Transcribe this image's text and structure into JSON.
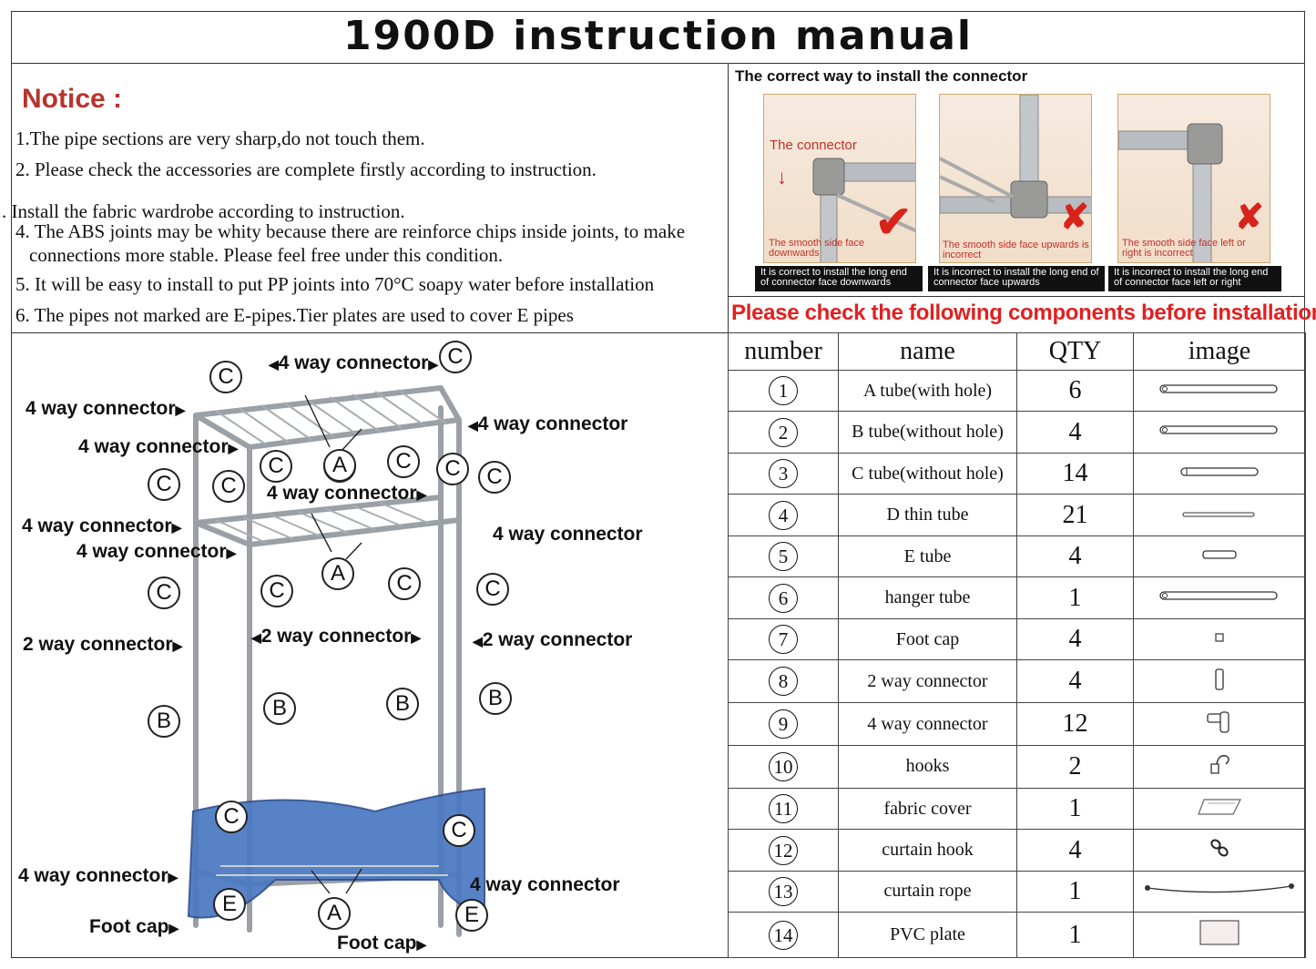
{
  "title": "1900D instruction manual",
  "notice": {
    "heading": "Notice :",
    "lines": [
      "1.The pipe sections are very sharp,do not touch them.",
      "2. Please check the accessories are complete firstly according to instruction.",
      ". Install the fabric wardrobe according to instruction.",
      "4. The ABS joints may be whity because there are reinforce chips inside joints, to make",
      "connections more stable. Please feel free under this condition.",
      "5. It will be easy to install to put PP joints into 70°C soapy water before installation",
      "6. The pipes not marked are E-pipes.Tier plates are used to cover E pipes"
    ]
  },
  "connector_section": {
    "heading": "The correct way to install the connector",
    "photos": [
      {
        "overlay_top": "The connector",
        "overlay_bottom": "The smooth side face downwards",
        "caption": "It is correct to install the long end of connector face downwards",
        "mark": "check-icon"
      },
      {
        "overlay_top": "",
        "overlay_bottom": "The smooth side face upwards is incorrect",
        "caption": "It is incorrect to install the long end of connector face upwards",
        "mark": "cross-icon"
      },
      {
        "overlay_top": "",
        "overlay_bottom": "The smooth side face left or right is incorrect",
        "caption": "It is incorrect to install the long end of connector face left or right",
        "mark": "cross-icon"
      }
    ]
  },
  "check_heading": "Please check the following components before installation.",
  "table": {
    "headers": [
      "number",
      "name",
      "QTY",
      "image"
    ],
    "rows": [
      {
        "num": "1",
        "name": "A tube(with hole)",
        "qty": "6",
        "icon": "long-tube-icon"
      },
      {
        "num": "2",
        "name": "B tube(without hole)",
        "qty": "4",
        "icon": "long-tube-icon"
      },
      {
        "num": "3",
        "name": "C tube(without hole)",
        "qty": "14",
        "icon": "medium-tube-icon"
      },
      {
        "num": "4",
        "name": "D thin tube",
        "qty": "21",
        "icon": "thin-tube-icon"
      },
      {
        "num": "5",
        "name": "E tube",
        "qty": "4",
        "icon": "short-tube-icon"
      },
      {
        "num": "6",
        "name": "hanger tube",
        "qty": "1",
        "icon": "long-tube-icon"
      },
      {
        "num": "7",
        "name": "Foot cap",
        "qty": "4",
        "icon": "foot-cap-icon"
      },
      {
        "num": "8",
        "name": "2 way connector",
        "qty": "4",
        "icon": "two-way-connector-icon"
      },
      {
        "num": "9",
        "name": "4 way connector",
        "qty": "12",
        "icon": "four-way-connector-icon"
      },
      {
        "num": "10",
        "name": "hooks",
        "qty": "2",
        "icon": "hook-icon"
      },
      {
        "num": "11",
        "name": "fabric cover",
        "qty": "1",
        "icon": "fabric-cover-icon"
      },
      {
        "num": "12",
        "name": "curtain hook",
        "qty": "4",
        "icon": "curtain-hook-icon"
      },
      {
        "num": "13",
        "name": "curtain rope",
        "qty": "1",
        "icon": "curtain-rope-icon"
      },
      {
        "num": "14",
        "name": "PVC plate",
        "qty": "1",
        "icon": "pvc-plate-icon"
      }
    ]
  },
  "diagram": {
    "labels": {
      "four_way": "4 way connector",
      "two_way": "2 way connector",
      "foot_cap": "Foot cap"
    },
    "letters": {
      "a": "A",
      "b": "B",
      "c": "C",
      "e": "E"
    }
  }
}
